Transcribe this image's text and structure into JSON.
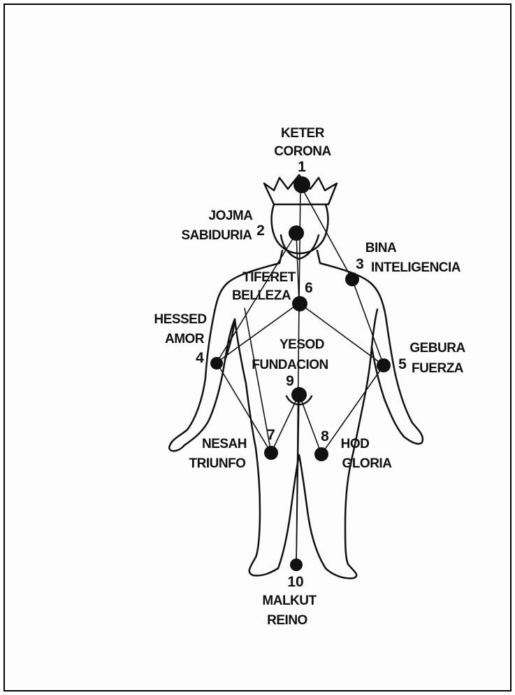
{
  "colors": {
    "ink": "#111111",
    "paper": "#fdfdfd",
    "frame": "#000000"
  },
  "sefirot": [
    {
      "number": "1",
      "name": "KETER",
      "meaning": "CORONA"
    },
    {
      "number": "2",
      "name": "JOJMA",
      "meaning": "SABIDURIA"
    },
    {
      "number": "3",
      "name": "BINA",
      "meaning": "INTELIGENCIA"
    },
    {
      "number": "4",
      "name": "HESSED",
      "meaning": "AMOR"
    },
    {
      "number": "5",
      "name": "GEBURA",
      "meaning": "FUERZA"
    },
    {
      "number": "6",
      "name": "TIFERET",
      "meaning": "BELLEZA"
    },
    {
      "number": "7",
      "name": "NESAH",
      "meaning": "TRIUNFO"
    },
    {
      "number": "8",
      "name": "HOD",
      "meaning": "GLORIA"
    },
    {
      "number": "9",
      "name": "YESOD",
      "meaning": "FUNDACION"
    },
    {
      "number": "10",
      "name": "MALKUT",
      "meaning": "REINO"
    }
  ]
}
